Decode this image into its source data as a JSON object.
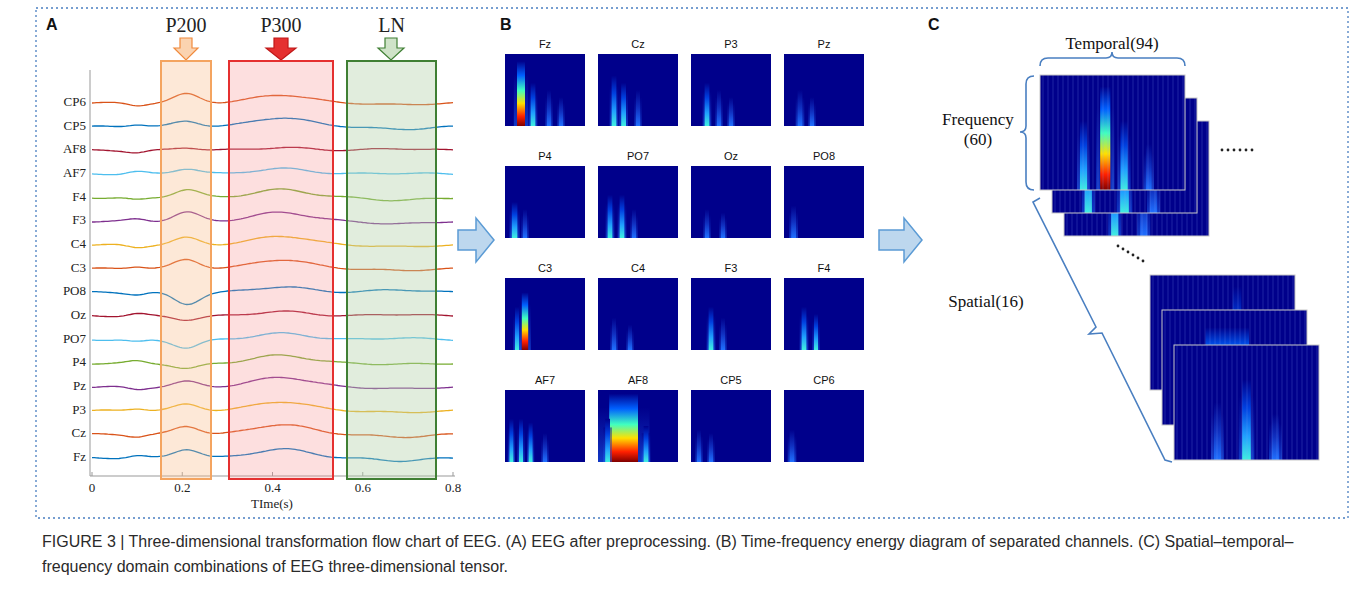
{
  "diagram": {
    "caption": "FIGURE 3 | Three-dimensional transformation flow chart of EEG. (A) EEG after preprocessing. (B) Time-frequency energy diagram of separated channels. (C) Spatial–temporal–frequency domain combinations of EEG three-dimensional tensor.",
    "nodes": [
      {
        "text": [
          "A"
        ]
      },
      {
        "text": [
          "P200"
        ],
        "in": 0
      },
      {
        "text": [
          "P300"
        ],
        "in": 0
      },
      {
        "text": [
          "LN"
        ],
        "in": 0
      },
      {
        "text": [
          "B"
        ]
      },
      {
        "text": [
          "Fz"
        ],
        "in": 4
      },
      {
        "text": [
          "Cz"
        ],
        "in": 4
      },
      {
        "text": [
          "P3"
        ],
        "in": 4
      },
      {
        "text": [
          "Pz"
        ],
        "in": 4
      },
      {
        "text": [
          "P4"
        ],
        "in": 4
      },
      {
        "text": [
          "PO7"
        ],
        "in": 4
      },
      {
        "text": [
          "Oz"
        ],
        "in": 4
      },
      {
        "text": [
          "PO8"
        ],
        "in": 4
      },
      {
        "text": [
          "C3"
        ],
        "in": 4
      },
      {
        "text": [
          "C4"
        ],
        "in": 4
      },
      {
        "text": [
          "F3"
        ],
        "in": 4
      },
      {
        "text": [
          "F4"
        ],
        "in": 4
      },
      {
        "text": [
          "AF7"
        ],
        "in": 4
      },
      {
        "text": [
          "AF8"
        ],
        "in": 4
      },
      {
        "text": [
          "CP5"
        ],
        "in": 4
      },
      {
        "text": [
          "CP6"
        ],
        "in": 4
      },
      {
        "text": [
          "C"
        ]
      }
    ],
    "edges": [
      {
        "from": 0,
        "to": 4,
        "arrow": "to"
      },
      {
        "from": 4,
        "to": 21,
        "arrow": "to"
      }
    ],
    "labels": [
      "CP6",
      "CP5",
      "AF8",
      "AF7",
      "F4",
      "F3",
      "C4",
      "C3",
      "PO8",
      "Oz",
      "PO7",
      "P4",
      "Pz",
      "P3",
      "Cz",
      "Fz",
      "0",
      "0.2",
      "0.4",
      "0.6",
      "0.8",
      "TIme(s)",
      "Temporal(94)",
      "Frequency (60)",
      "Spatial(16)"
    ]
  }
}
